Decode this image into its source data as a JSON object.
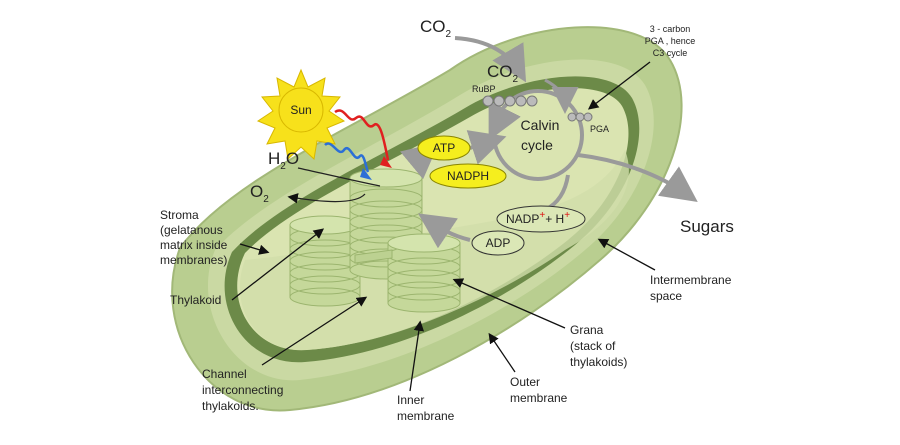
{
  "labels": {
    "co2_outer": "CO",
    "co2_outer_sub": "2",
    "co2_inner": "CO",
    "co2_inner_sub": "2",
    "carbon_note_1": "3 - carbon",
    "carbon_note_2": "PGA , hence",
    "carbon_note_3": "C3 cycle",
    "rubp": "RuBP",
    "pga": "PGA",
    "calvin_1": "Calvin",
    "calvin_2": "cycle",
    "sun": "Sun",
    "h2o": "H",
    "h2o_sub": "2",
    "h2o_tail": "O",
    "o2": "O",
    "o2_sub": "2",
    "atp": "ATP",
    "nadph": "NADPH",
    "nadp_main": "NADP",
    "nadp_plus": "+",
    "nadp_h": "+ H",
    "nadp_h_plus": "+",
    "adp": "ADP",
    "sugars": "Sugars",
    "stroma_1": "Stroma",
    "stroma_2": "(gelatanous",
    "stroma_3": "matrix inside",
    "stroma_4": "membranes)",
    "thylakoid": "Thylakoid",
    "channel_1": "Channel",
    "channel_2": "interconnecting",
    "channel_3": "thylakoids.",
    "inner_1": "Inner",
    "inner_2": "membrane",
    "outer_1": "Outer",
    "outer_2": "membrane",
    "grana_1": "Grana",
    "grana_2": "(stack of",
    "grana_3": "thylakoids)",
    "intermembrane_1": "Intermembrane",
    "intermembrane_2": "space"
  },
  "colors": {
    "outer_membrane": "#b7cc8f",
    "inner_membrane": "#6f8a4c",
    "stroma": "#d8e3ae",
    "thylakoid": "#c9dba0",
    "atp_fill": "#f5ee1e",
    "sun_fill": "#f7e11b",
    "arrow_gray": "#9a9a9a"
  },
  "icons": {
    "sun": "sun-icon",
    "light_wave_red": "red-light-wave-icon",
    "light_wave_blue": "blue-light-wave-icon"
  }
}
